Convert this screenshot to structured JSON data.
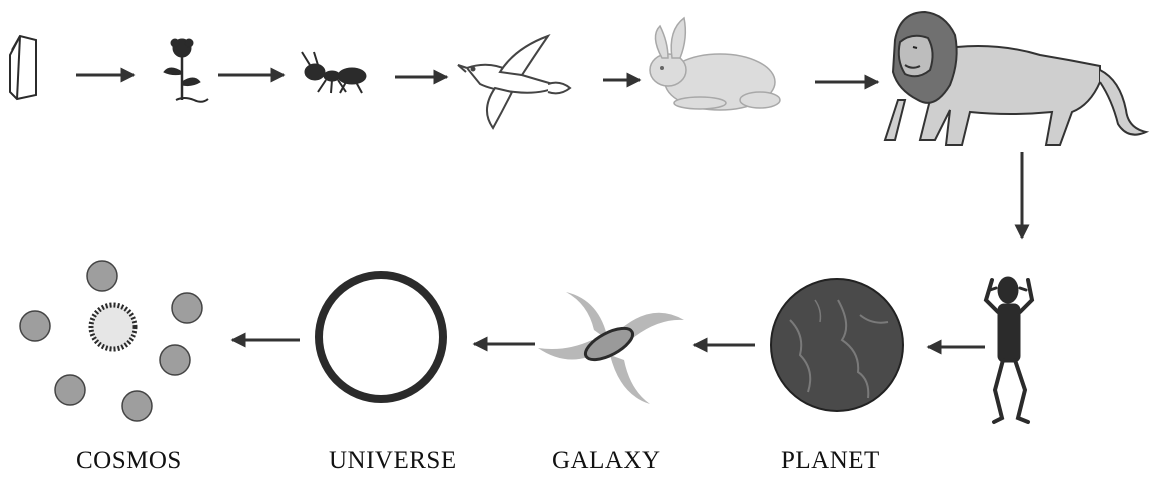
{
  "diagram": {
    "labels": {
      "cosmos": "COSMOS",
      "universe": "UNIVERSE",
      "galaxy": "GALAXY",
      "planet": "PLANET"
    },
    "top_row_stages": [
      "crystal-icon",
      "flower-icon",
      "ant-icon",
      "bird-icon",
      "rabbit-icon",
      "lion-icon"
    ],
    "bottom_row_stages": [
      "human-icon",
      "planet-icon",
      "galaxy-icon",
      "universe-icon",
      "cosmos-icon"
    ],
    "colors": {
      "ink": "#2b2b2b",
      "arrow": "#333333",
      "orb_fill": "#9e9e9e",
      "lion_fill": "#c9c9c9",
      "planet_fill": "#4a4a4a",
      "galaxy_fill": "#b8b8b8"
    }
  }
}
